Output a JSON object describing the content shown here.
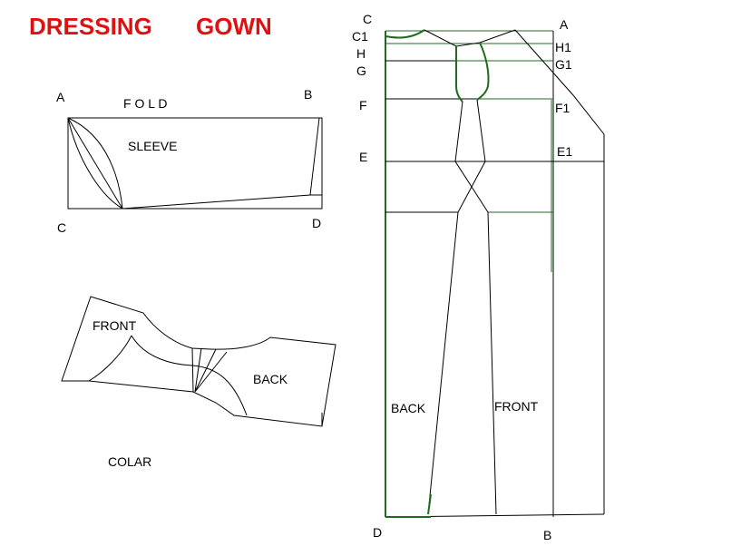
{
  "title": {
    "word1": "DRESSING",
    "word2": "GOWN",
    "color": "#e01010"
  },
  "colors": {
    "lines": "#000000",
    "guide": "#1f6b1f"
  },
  "sleeve": {
    "corner_a": "A",
    "corner_b": "B",
    "corner_c": "C",
    "corner_d": "D",
    "fold": "F O L D",
    "name": "SLEEVE"
  },
  "collar": {
    "front": "FRONT",
    "back": "BACK",
    "name": "COLAR"
  },
  "gown": {
    "left_points": [
      "C",
      "C1",
      "H",
      "G",
      "F",
      "E",
      "D"
    ],
    "right_points": [
      "A",
      "H1",
      "G1",
      "F1",
      "E1",
      "B"
    ],
    "back": "BACK",
    "front": "FRONT"
  }
}
